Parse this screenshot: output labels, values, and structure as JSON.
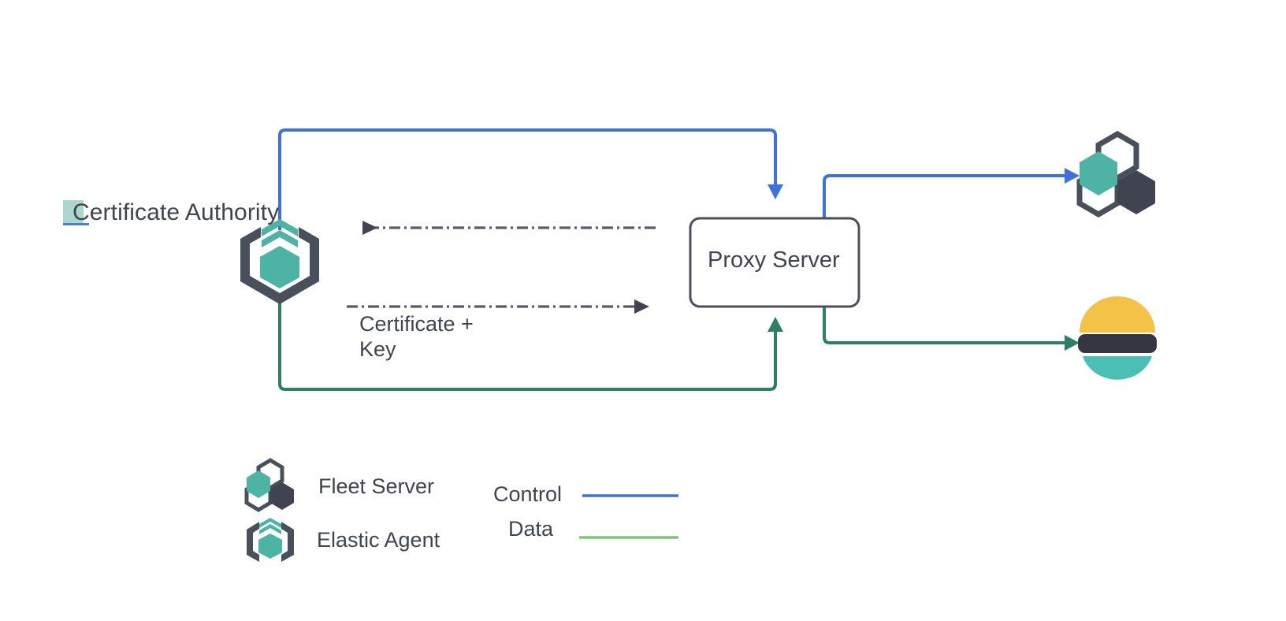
{
  "diagram": {
    "title_label": "Certificate Authority",
    "nodes": [
      {
        "id": "certificate-authority",
        "label": "Certificate Authority",
        "icon": "elastic-agent-icon",
        "highlighted": true
      },
      {
        "id": "proxy-server",
        "label": "Proxy Server",
        "icon": "none"
      },
      {
        "id": "fleet-server",
        "label": "",
        "icon": "fleet-server-icon"
      },
      {
        "id": "elasticsearch",
        "label": "",
        "icon": "elasticsearch-icon"
      }
    ],
    "edge_labels": {
      "certificate_key": "Certificate +\nKey",
      "certificate_key_line1": "Certificate +",
      "certificate_key_line2": "Key"
    }
  },
  "legend": {
    "icons": [
      {
        "name": "fleet-server-icon",
        "label": "Fleet Server"
      },
      {
        "name": "elastic-agent-icon",
        "label": "Elastic Agent"
      }
    ],
    "lines": [
      {
        "name": "control-line",
        "label": "Control",
        "color": "#3f72d8"
      },
      {
        "name": "data-line",
        "label": "Data",
        "color": "#7cc576"
      }
    ]
  },
  "colors": {
    "control_blue": "#3f72d8",
    "data_green": "#2e8065",
    "legend_data_green": "#7cc576",
    "teal": "#4db3a4",
    "dark_slate": "#3f4450",
    "yellow": "#f4c247",
    "elastic_teal": "#4cbfb5",
    "dashed_gray": "#565c6b",
    "text": "#3f4450",
    "highlight": "#a8d5cc"
  }
}
